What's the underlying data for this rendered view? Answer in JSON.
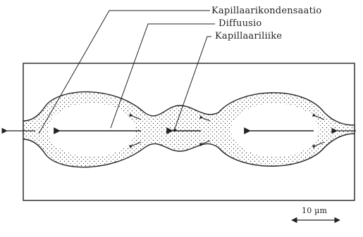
{
  "labels": {
    "capillary_condensation": "Kapillaarikondensaatio",
    "diffusion": "Diffuusio",
    "capillary_motion": "Kapillaariliike"
  },
  "scale_bar": {
    "text": "10 µm"
  },
  "colors": {
    "ink": "#222222",
    "background": "#ffffff"
  }
}
